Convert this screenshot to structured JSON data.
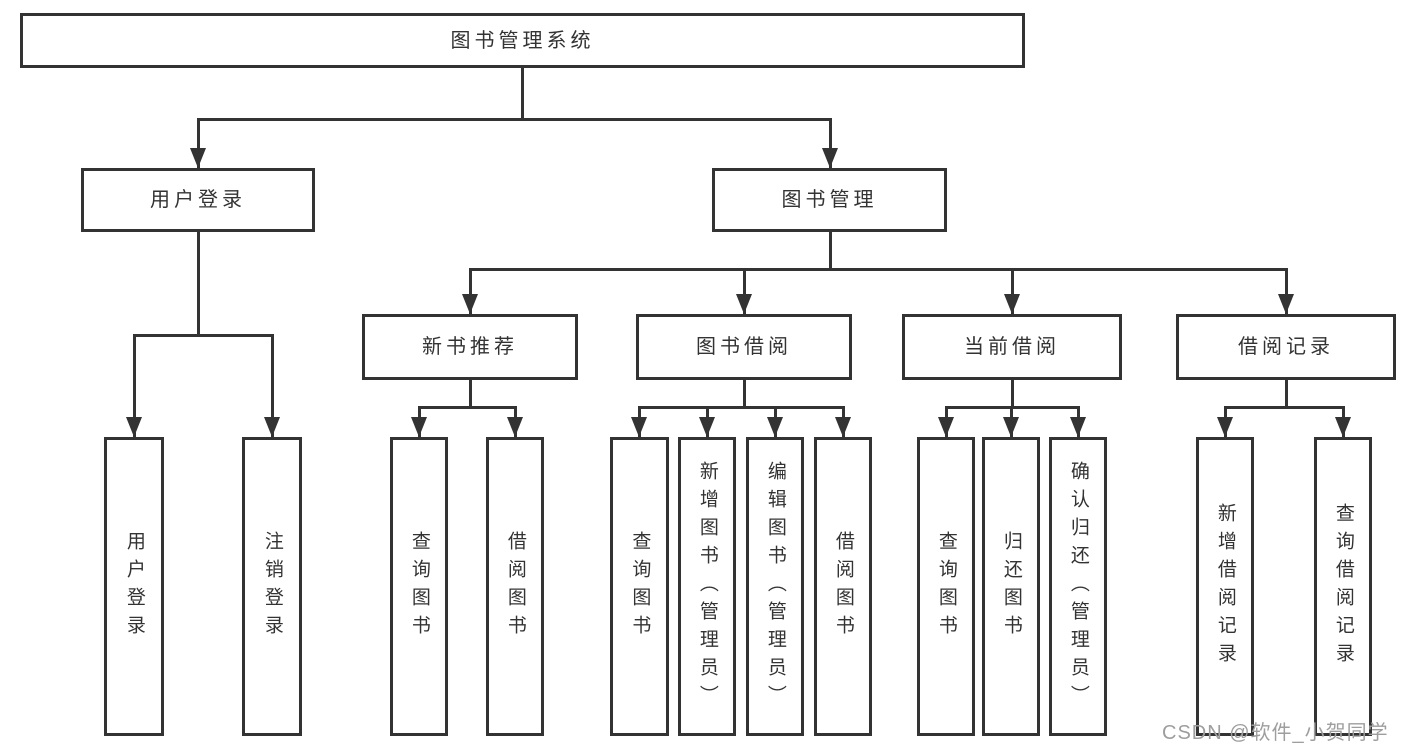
{
  "diagram": {
    "root": {
      "label": "图书管理系统"
    },
    "level2": {
      "user_login": {
        "label": "用户登录"
      },
      "book_mgmt": {
        "label": "图书管理"
      }
    },
    "level3": {
      "new_books": {
        "label": "新书推荐"
      },
      "book_borrow": {
        "label": "图书借阅"
      },
      "current_borrow": {
        "label": "当前借阅"
      },
      "borrow_records": {
        "label": "借阅记录"
      }
    },
    "leaves": {
      "user_login": {
        "label": "用户登录"
      },
      "logout": {
        "label": "注销登录"
      },
      "nb_query_books": {
        "label": "查询图书"
      },
      "nb_borrow_books": {
        "label": "借阅图书"
      },
      "bb_query_books": {
        "label": "查询图书"
      },
      "bb_add_books": {
        "label": "新增图书（管理员）"
      },
      "bb_edit_books": {
        "label": "编辑图书（管理员）"
      },
      "bb_borrow_books": {
        "label": "借阅图书"
      },
      "cb_query_books": {
        "label": "查询图书"
      },
      "cb_return_books": {
        "label": "归还图书"
      },
      "cb_confirm_return": {
        "label": "确认归还（管理员）"
      },
      "br_add_record": {
        "label": "新增借阅记录"
      },
      "br_query_record": {
        "label": "查询借阅记录"
      }
    }
  },
  "watermark": {
    "text": "CSDN @软件_小贺同学"
  },
  "colors": {
    "line": "#333333",
    "text": "#333333",
    "watermark": "#9e9e9e",
    "background": "#ffffff"
  }
}
